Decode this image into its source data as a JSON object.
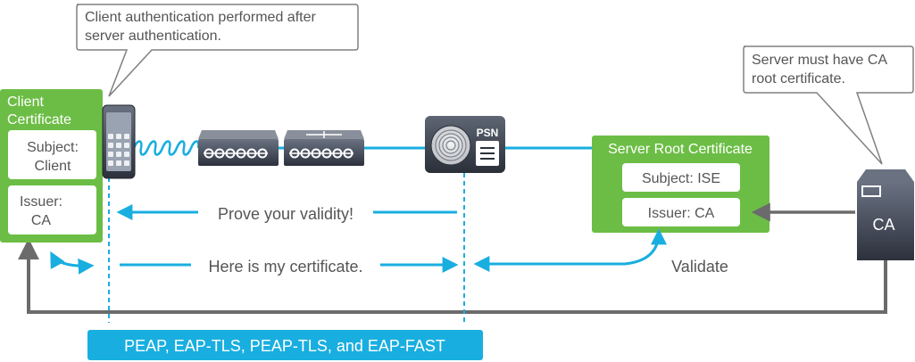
{
  "callouts": {
    "client_note": [
      "Client authentication performed after",
      "server authentication."
    ],
    "server_note": [
      "Server must have CA",
      "root certificate."
    ]
  },
  "client_cert": {
    "title": [
      "Client",
      "Certificate"
    ],
    "subject": [
      "Subject:",
      "Client"
    ],
    "issuer": [
      "Issuer:",
      "CA"
    ]
  },
  "server_cert": {
    "title": "Server Root Certificate",
    "subject": "Subject: ISE",
    "issuer": "Issuer: CA"
  },
  "psn_label": "PSN",
  "ca_label": "CA",
  "messages": {
    "prove": "Prove your validity!",
    "here": "Here is my certificate.",
    "validate": "Validate"
  },
  "protocols": "PEAP, EAP-TLS, PEAP-TLS, and EAP-FAST",
  "colors": {
    "green": "#6cbd45",
    "cyan": "#19aee0",
    "gray_line": "#6b6b6b",
    "text": "#555555",
    "device_dark": "#3a4150"
  }
}
